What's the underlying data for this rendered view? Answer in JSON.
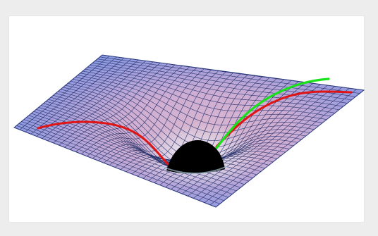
{
  "figure": {
    "kind": "3D wireframe surface with a central depression (gravity well)",
    "colors": {
      "background": "#ececec",
      "panel": "#ffffff",
      "surface_edge": "#6f98e6",
      "surface_mid": "#a8a3de",
      "surface_center": "#d4b2cf",
      "surface_glow": "#dff4f3",
      "mesh": "#27336b",
      "mass": "#000000",
      "red_curve": "#e01414",
      "green_curve": "#19e21a"
    },
    "elements": [
      "mass-sphere",
      "red-geodesic-curve",
      "green-geodesic-curve",
      "mesh-surface"
    ]
  }
}
